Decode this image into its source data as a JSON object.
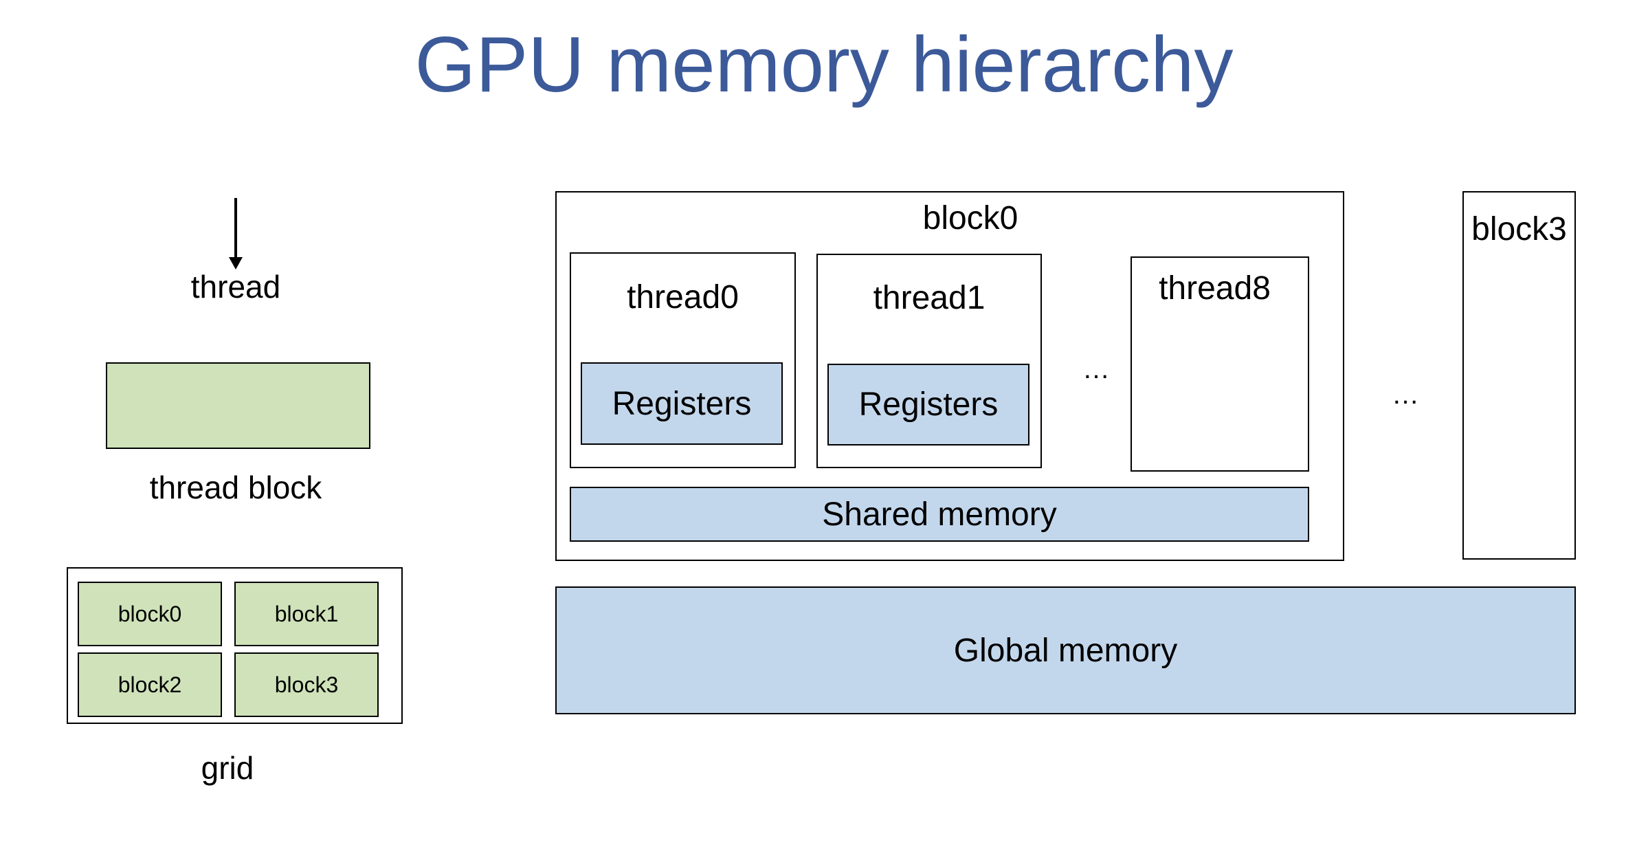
{
  "title": "GPU memory hierarchy",
  "legend": {
    "thread_label": "thread",
    "thread_block_label": "thread block",
    "grid_label": "grid",
    "grid_blocks": [
      "block0",
      "block1",
      "block2",
      "block3"
    ]
  },
  "detail": {
    "block0_label": "block0",
    "threads": [
      {
        "label": "thread0",
        "registers": "Registers"
      },
      {
        "label": "thread1",
        "registers": "Registers"
      },
      {
        "label": "thread8"
      }
    ],
    "thread_ellipsis": "…",
    "block_ellipsis": "…",
    "shared_memory": "Shared memory",
    "block3_label": "block3",
    "global_memory": "Global memory"
  },
  "colors": {
    "title": "#3c5a99",
    "block_fill": "#cfe2b9",
    "memory_fill": "#c3d7ec"
  },
  "icons": [
    "thread-arrow-icon"
  ]
}
